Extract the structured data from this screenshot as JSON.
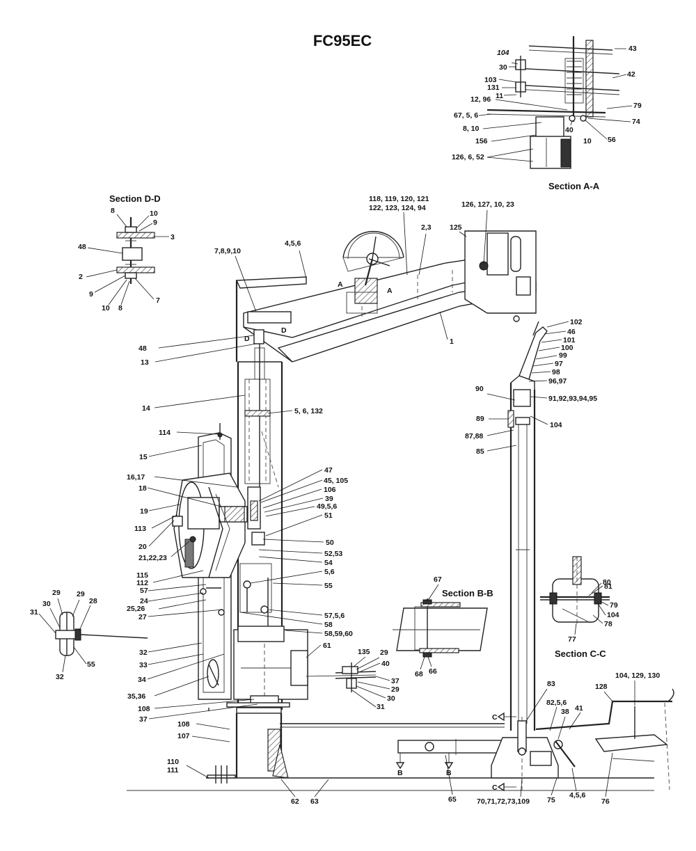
{
  "title": "FC95EC",
  "sections": {
    "aa": "Section A-A",
    "bb": "Section B-B",
    "cc": "Section C-C",
    "dd": "Section D-D"
  },
  "view_marks": {
    "a_left": "A",
    "a_right": "A",
    "d_left": "D",
    "d_right": "D",
    "b_left": "B",
    "b_right": "B",
    "c_upper": "C",
    "c_lower": "C"
  },
  "callouts": {
    "aa_104": "104",
    "aa_43": "43",
    "aa_30": "30",
    "aa_42": "42",
    "aa_103": "103",
    "aa_131": "131",
    "aa_11": "11",
    "aa_12_96": "12, 96",
    "aa_79": "79",
    "aa_67_5_6": "67, 5, 6",
    "aa_74": "74",
    "aa_8_10": "8, 10",
    "aa_40": "40",
    "aa_56": "56",
    "aa_156": "156",
    "aa_10": "10",
    "aa_126_6_52": "126, 6, 52",
    "dd_8_top": "8",
    "dd_10_top": "10",
    "dd_9_top": "9",
    "dd_3": "3",
    "dd_48": "48",
    "dd_2": "2",
    "dd_9_bot": "9",
    "dd_7": "7",
    "dd_10_bot": "10",
    "dd_8_bot": "8",
    "c118_121": "118, 119, 120, 121",
    "c122_94": "122, 123, 124, 94",
    "c126_127": "126, 127, 10, 23",
    "c2_3": "2,3",
    "c125": "125",
    "c4_5_6": "4,5,6",
    "c7_8_9_10": "7,8,9,10",
    "c48": "48",
    "c13": "13",
    "c1": "1",
    "c102": "102",
    "c46": "46",
    "c101": "101",
    "c100": "100",
    "c99": "99",
    "c97": "97",
    "c98": "98",
    "c96_97": "96,97",
    "c90": "90",
    "c91_95": "91,92,93,94,95",
    "c89": "89",
    "c104": "104",
    "c87_88": "87,88",
    "c85": "85",
    "c14": "14",
    "c5_6_132": "5, 6, 132",
    "c114": "114",
    "c15": "15",
    "c16_17": "16,17",
    "c18": "18",
    "c19": "19",
    "c113": "113",
    "c20": "20",
    "c21_23": "21,22,23",
    "c47": "47",
    "c45_105": "45, 105",
    "c106": "106",
    "c39": "39",
    "c49_5_6": "49,5,6",
    "c51": "51",
    "c50": "50",
    "c52_53": "52,53",
    "c54": "54",
    "c5_6": "5,6",
    "c55": "55",
    "c115": "115",
    "c112": "112",
    "c57": "57",
    "c24": "24",
    "c25_26": "25,26",
    "c27": "27",
    "c57_5_6": "57,5,6",
    "c58": "58",
    "c58_60": "58,59,60",
    "c32": "32",
    "c33": "33",
    "c34": "34",
    "c35_36": "35,36",
    "c108_a": "108",
    "c37_a": "37",
    "c61": "61",
    "c135": "135",
    "c29_r": "29",
    "c40": "40",
    "c37_r": "37",
    "c29_r2": "29",
    "c30_r": "30",
    "c31_r": "31",
    "c29_l1": "29",
    "c29_l2": "29",
    "c28": "28",
    "c30_l": "30",
    "c31_l": "31",
    "c32_l": "32",
    "c55_l": "55",
    "c67_bb": "67",
    "c68": "68",
    "c66": "66",
    "c81": "81",
    "c80": "80",
    "c79_cc": "79",
    "c104_cc": "104",
    "c78": "78",
    "c77": "77",
    "c83": "83",
    "c104_129_130": "104, 129, 130",
    "c128": "128",
    "c82_5_6": "82,5,6",
    "c38": "38",
    "c41": "41",
    "c108_b": "108",
    "c107": "107",
    "c110": "110",
    "c111": "111",
    "c62": "62",
    "c63": "63",
    "c65": "65",
    "c70_109": "70,71,72,73,109",
    "c75": "75",
    "c4_5_6_b": "4,5,6",
    "c76": "76"
  }
}
